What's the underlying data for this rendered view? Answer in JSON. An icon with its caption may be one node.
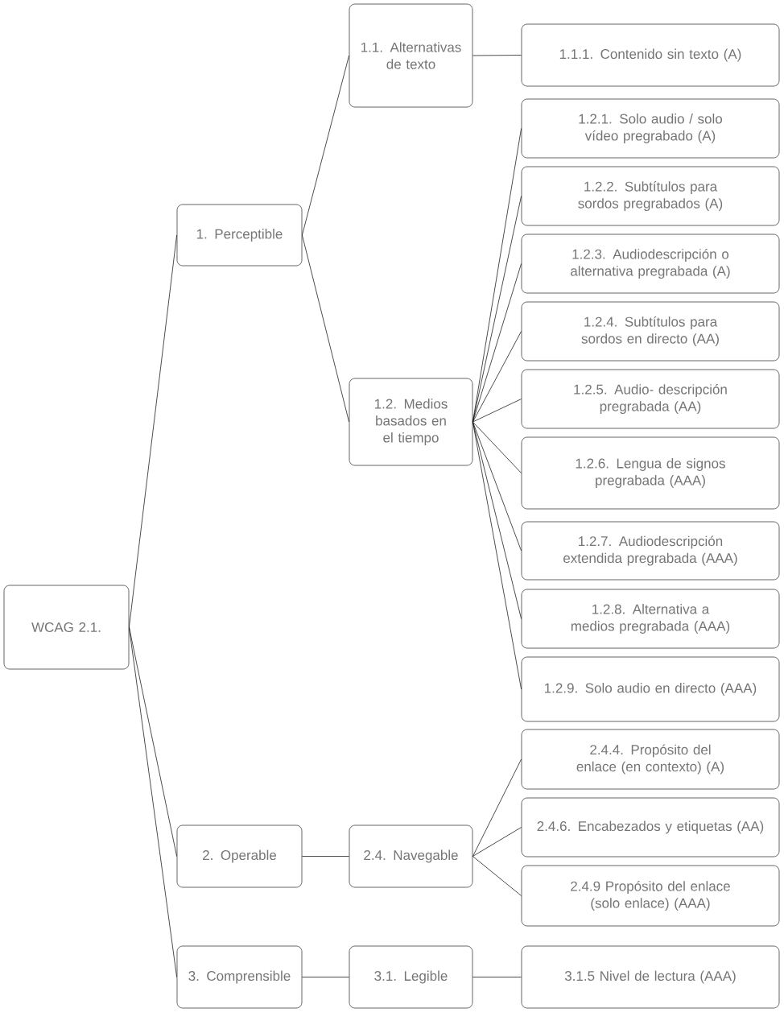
{
  "diagram": {
    "nodes": [
      {
        "text": [
          "WCAG 2.1."
        ]
      },
      {
        "text": [
          "1. Perceptible"
        ]
      },
      {
        "text": [
          "1.1. Alternativas de texto"
        ]
      },
      {
        "text": [
          "1.1.1. Contenido sin texto (A)"
        ]
      },
      {
        "text": [
          "1.2. Medios basados en el tiempo"
        ]
      },
      {
        "text": [
          "1.2.1. Solo audio / solo vídeo pregrabado (A)"
        ]
      },
      {
        "text": [
          "1.2.2. Subtítulos para sordos pregrabados (A)"
        ]
      },
      {
        "text": [
          "1.2.3. Audiodescripción o alternativa pregrabada (A)"
        ]
      },
      {
        "text": [
          "1.2.4. Subtítulos para sordos en directo (AA)"
        ]
      },
      {
        "text": [
          "1.2.5. Audio- descripción pregrabada (AA)"
        ]
      },
      {
        "text": [
          "1.2.6. Lengua de signos pregrabada (AAA)"
        ]
      },
      {
        "text": [
          "1.2.7. Audiodescripción extendida pregrabada (AAA)"
        ]
      },
      {
        "text": [
          "1.2.8. Alternativa a medios pregrabada (AAA)"
        ]
      },
      {
        "text": [
          "1.2.9. Solo audio en directo (AAA)"
        ]
      },
      {
        "text": [
          "2. Operable"
        ]
      },
      {
        "text": [
          "2.4. Navegable"
        ]
      },
      {
        "text": [
          "2.4.4. Propósito del enlace (en contexto) (A)"
        ]
      },
      {
        "text": [
          "2.4.6. Encabezados y etiquetas (AA)"
        ]
      },
      {
        "text": [
          "2.4.9 Propósito del enlace (solo enlace) (AAA)"
        ]
      },
      {
        "text": [
          "3. Comprensible"
        ]
      },
      {
        "text": [
          "3.1. Legible"
        ]
      },
      {
        "text": [
          "3.1.5 Nivel de lectura (AAA)"
        ]
      }
    ],
    "edges": [
      {
        "from": 0,
        "to": 1,
        "arrow": "none"
      },
      {
        "from": 0,
        "to": 14,
        "arrow": "none"
      },
      {
        "from": 0,
        "to": 19,
        "arrow": "none"
      },
      {
        "from": 1,
        "to": 2,
        "arrow": "none"
      },
      {
        "from": 1,
        "to": 4,
        "arrow": "none"
      },
      {
        "from": 2,
        "to": 3,
        "arrow": "none"
      },
      {
        "from": 4,
        "to": 5,
        "arrow": "none"
      },
      {
        "from": 4,
        "to": 6,
        "arrow": "none"
      },
      {
        "from": 4,
        "to": 7,
        "arrow": "none"
      },
      {
        "from": 4,
        "to": 8,
        "arrow": "none"
      },
      {
        "from": 4,
        "to": 9,
        "arrow": "none"
      },
      {
        "from": 4,
        "to": 10,
        "arrow": "none"
      },
      {
        "from": 4,
        "to": 11,
        "arrow": "none"
      },
      {
        "from": 4,
        "to": 12,
        "arrow": "none"
      },
      {
        "from": 4,
        "to": 13,
        "arrow": "none"
      },
      {
        "from": 14,
        "to": 15,
        "arrow": "none"
      },
      {
        "from": 15,
        "to": 16,
        "arrow": "none"
      },
      {
        "from": 15,
        "to": 17,
        "arrow": "none"
      },
      {
        "from": 15,
        "to": 18,
        "arrow": "none"
      },
      {
        "from": 19,
        "to": 20,
        "arrow": "none"
      },
      {
        "from": 20,
        "to": 21,
        "arrow": "none"
      }
    ]
  }
}
